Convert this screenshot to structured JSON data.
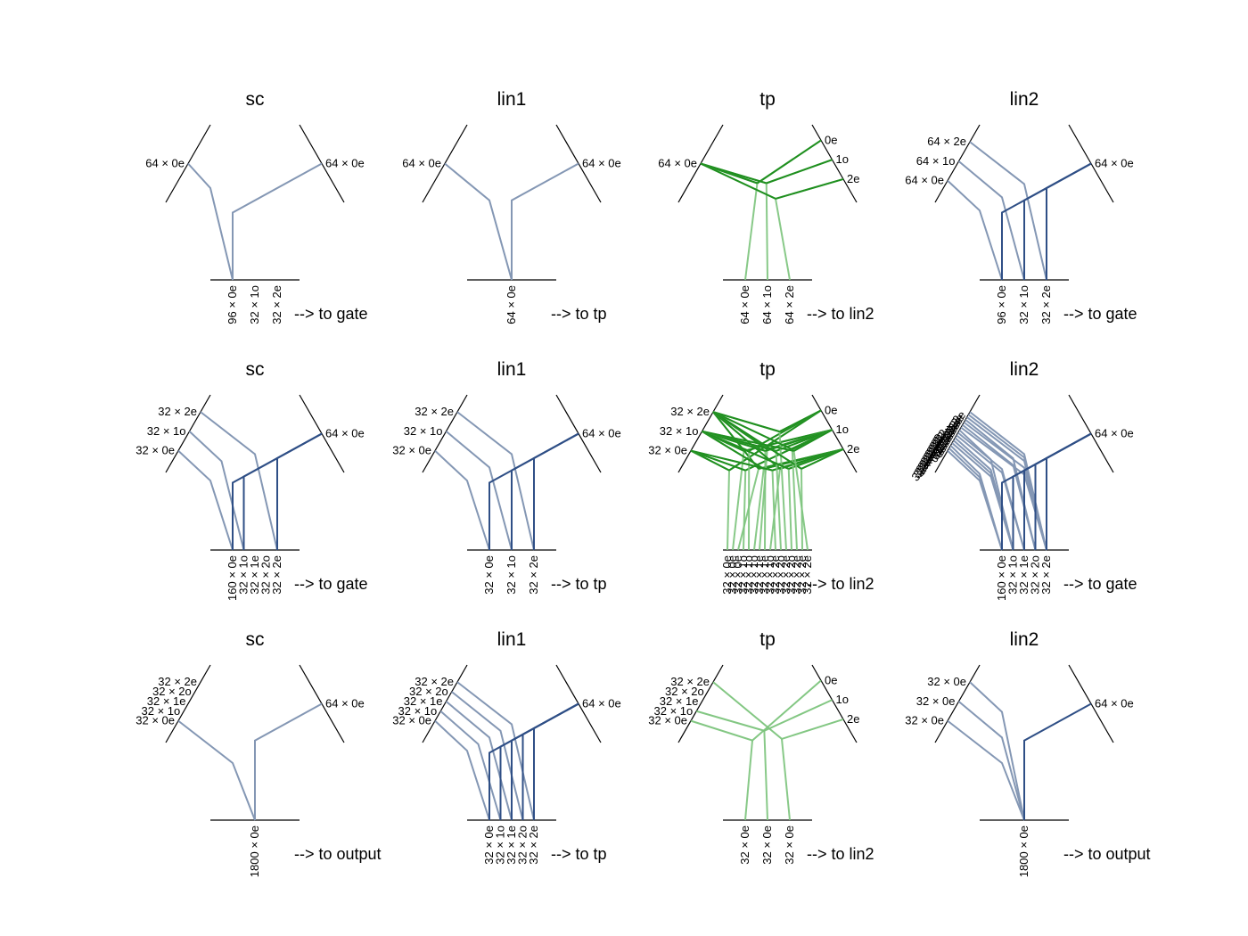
{
  "panels": [
    {
      "title": "sc",
      "kind": "linear",
      "in1": [
        "64 × 0e"
      ],
      "in2": [
        "64 × 0e"
      ],
      "out": [
        "96 × 0e",
        "32 × 1o",
        "32 × 2e"
      ],
      "note": "--> to gate",
      "paths": [
        {
          "a": 0,
          "o": 0,
          "emph": false
        },
        {
          "b": 0,
          "o": 0,
          "emph": false
        }
      ]
    },
    {
      "title": "lin1",
      "kind": "linear",
      "in1": [
        "64 × 0e"
      ],
      "in2": [
        "64 × 0e"
      ],
      "out": [
        "64 × 0e"
      ],
      "note": "--> to tp",
      "paths": [
        {
          "a": 0,
          "o": 0,
          "emph": false
        },
        {
          "b": 0,
          "o": 0,
          "emph": false
        }
      ]
    },
    {
      "title": "tp",
      "kind": "tp",
      "in1": [
        "64 × 0e"
      ],
      "in2": [
        "0e",
        "1o",
        "2e"
      ],
      "out": [
        "64 × 0e",
        "64 × 1o",
        "64 × 2e"
      ],
      "note": "--> to lin2",
      "paths": [
        {
          "a": 0,
          "b": 0,
          "o": 0,
          "emph": true
        },
        {
          "a": 0,
          "b": 1,
          "o": 1,
          "emph": true
        },
        {
          "a": 0,
          "b": 2,
          "o": 2,
          "emph": true
        }
      ]
    },
    {
      "title": "lin2",
      "kind": "linear",
      "in1": [
        "64 × 0e",
        "64 × 1o",
        "64 × 2e"
      ],
      "in2": [
        "64 × 0e"
      ],
      "out": [
        "96 × 0e",
        "32 × 1o",
        "32 × 2e"
      ],
      "note": "--> to gate",
      "paths": [
        {
          "a": 0,
          "o": 0,
          "emph": false
        },
        {
          "a": 1,
          "o": 1,
          "emph": false
        },
        {
          "a": 2,
          "o": 2,
          "emph": false
        },
        {
          "b": 0,
          "o": 0,
          "emph": true
        },
        {
          "b": 0,
          "o": 1,
          "emph": true
        },
        {
          "b": 0,
          "o": 2,
          "emph": true
        }
      ]
    },
    {
      "title": "sc",
      "kind": "linear",
      "in1": [
        "32 × 0e",
        "32 × 1o",
        "32 × 2e"
      ],
      "in2": [
        "64 × 0e"
      ],
      "out": [
        "160 × 0e",
        "32 × 1o",
        "32 × 1e",
        "32 × 2o",
        "32 × 2e"
      ],
      "note": "--> to gate",
      "paths": [
        {
          "a": 0,
          "o": 0,
          "emph": false
        },
        {
          "a": 1,
          "o": 1,
          "emph": false
        },
        {
          "a": 2,
          "o": 4,
          "emph": false
        },
        {
          "b": 0,
          "o": 0,
          "emph": true
        },
        {
          "b": 0,
          "o": 1,
          "emph": true
        },
        {
          "b": 0,
          "o": 4,
          "emph": true
        }
      ]
    },
    {
      "title": "lin1",
      "kind": "linear",
      "in1": [
        "32 × 0e",
        "32 × 1o",
        "32 × 2e"
      ],
      "in2": [
        "64 × 0e"
      ],
      "out": [
        "32 × 0e",
        "32 × 1o",
        "32 × 2e"
      ],
      "note": "--> to tp",
      "paths": [
        {
          "a": 0,
          "o": 0,
          "emph": false
        },
        {
          "a": 1,
          "o": 1,
          "emph": false
        },
        {
          "a": 2,
          "o": 2,
          "emph": false
        },
        {
          "b": 0,
          "o": 0,
          "emph": true
        },
        {
          "b": 0,
          "o": 1,
          "emph": true
        },
        {
          "b": 0,
          "o": 2,
          "emph": true
        }
      ]
    },
    {
      "title": "tp",
      "kind": "tp",
      "in1": [
        "32 × 0e",
        "32 × 1o",
        "32 × 2e"
      ],
      "in2": [
        "0e",
        "1o",
        "2e"
      ],
      "out": [
        "32 × 0e",
        "32 × 0e",
        "32 × 0e",
        "32 × 1o",
        "32 × 1o",
        "32 × 1o",
        "32 × 1e",
        "32 × 1e",
        "32 × 1o",
        "32 × 2e",
        "32 × 2o",
        "32 × 2e",
        "32 × 2o",
        "32 × 2e",
        "32 × 2e",
        "32 × 2e"
      ],
      "note": "--> to lin2",
      "paths": [
        {
          "a": 0,
          "b": 0,
          "o": 0,
          "emph": true
        },
        {
          "a": 1,
          "b": 1,
          "o": 1,
          "emph": true
        },
        {
          "a": 2,
          "b": 2,
          "o": 2,
          "emph": true
        },
        {
          "a": 0,
          "b": 1,
          "o": 3,
          "emph": true
        },
        {
          "a": 1,
          "b": 0,
          "o": 4,
          "emph": true
        },
        {
          "a": 1,
          "b": 2,
          "o": 5,
          "emph": true
        },
        {
          "a": 2,
          "b": 1,
          "o": 6,
          "emph": true
        },
        {
          "a": 1,
          "b": 1,
          "o": 7,
          "emph": true
        },
        {
          "a": 2,
          "b": 2,
          "o": 8,
          "emph": true
        },
        {
          "a": 0,
          "b": 2,
          "o": 9,
          "emph": true
        },
        {
          "a": 1,
          "b": 1,
          "o": 10,
          "emph": true
        },
        {
          "a": 2,
          "b": 0,
          "o": 11,
          "emph": true
        },
        {
          "a": 1,
          "b": 2,
          "o": 12,
          "emph": true
        },
        {
          "a": 2,
          "b": 1,
          "o": 13,
          "emph": true
        },
        {
          "a": 2,
          "b": 2,
          "o": 14,
          "emph": true
        },
        {
          "a": 1,
          "b": 1,
          "o": 15,
          "emph": true
        }
      ]
    },
    {
      "title": "lin2",
      "kind": "linear",
      "in1": [
        "32 × 0e",
        "32 × 0e",
        "32 × 0e",
        "32 × 1o",
        "32 × 1o",
        "32 × 1o",
        "32 × 1e",
        "32 × 1e",
        "32 × 1o",
        "32 × 2e",
        "32 × 2o",
        "32 × 2e",
        "32 × 2o",
        "32 × 2e",
        "32 × 2e",
        "32 × 2e"
      ],
      "in2": [
        "64 × 0e"
      ],
      "out": [
        "160 × 0e",
        "32 × 1o",
        "32 × 1e",
        "32 × 2o",
        "32 × 2e"
      ],
      "note": "--> to gate",
      "paths": [
        {
          "a": 0,
          "o": 0,
          "emph": false
        },
        {
          "a": 1,
          "o": 0,
          "emph": false
        },
        {
          "a": 2,
          "o": 0,
          "emph": false
        },
        {
          "a": 3,
          "o": 1,
          "emph": false
        },
        {
          "a": 4,
          "o": 1,
          "emph": false
        },
        {
          "a": 5,
          "o": 1,
          "emph": false
        },
        {
          "a": 6,
          "o": 2,
          "emph": false
        },
        {
          "a": 7,
          "o": 2,
          "emph": false
        },
        {
          "a": 8,
          "o": 1,
          "emph": false
        },
        {
          "a": 9,
          "o": 4,
          "emph": false
        },
        {
          "a": 10,
          "o": 3,
          "emph": false
        },
        {
          "a": 11,
          "o": 4,
          "emph": false
        },
        {
          "a": 12,
          "o": 3,
          "emph": false
        },
        {
          "a": 13,
          "o": 4,
          "emph": false
        },
        {
          "a": 14,
          "o": 4,
          "emph": false
        },
        {
          "a": 15,
          "o": 4,
          "emph": false
        },
        {
          "b": 0,
          "o": 0,
          "emph": true
        },
        {
          "b": 0,
          "o": 1,
          "emph": true
        },
        {
          "b": 0,
          "o": 2,
          "emph": true
        },
        {
          "b": 0,
          "o": 3,
          "emph": true
        },
        {
          "b": 0,
          "o": 4,
          "emph": true
        }
      ]
    },
    {
      "title": "sc",
      "kind": "linear",
      "in1": [
        "32 × 0e",
        "32 × 1o",
        "32 × 1e",
        "32 × 2o",
        "32 × 2e"
      ],
      "in2": [
        "64 × 0e"
      ],
      "out": [
        "1800 × 0e"
      ],
      "note": "--> to output",
      "paths": [
        {
          "a": 0,
          "o": 0,
          "emph": false
        },
        {
          "b": 0,
          "o": 0,
          "emph": false
        }
      ]
    },
    {
      "title": "lin1",
      "kind": "linear",
      "in1": [
        "32 × 0e",
        "32 × 1o",
        "32 × 1e",
        "32 × 2o",
        "32 × 2e"
      ],
      "in2": [
        "64 × 0e"
      ],
      "out": [
        "32 × 0e",
        "32 × 1o",
        "32 × 1e",
        "32 × 2o",
        "32 × 2e"
      ],
      "note": "--> to tp",
      "paths": [
        {
          "a": 0,
          "o": 0,
          "emph": false
        },
        {
          "a": 1,
          "o": 1,
          "emph": false
        },
        {
          "a": 2,
          "o": 2,
          "emph": false
        },
        {
          "a": 3,
          "o": 3,
          "emph": false
        },
        {
          "a": 4,
          "o": 4,
          "emph": false
        },
        {
          "b": 0,
          "o": 0,
          "emph": true
        },
        {
          "b": 0,
          "o": 1,
          "emph": true
        },
        {
          "b": 0,
          "o": 2,
          "emph": true
        },
        {
          "b": 0,
          "o": 3,
          "emph": true
        },
        {
          "b": 0,
          "o": 4,
          "emph": true
        }
      ]
    },
    {
      "title": "tp",
      "kind": "tp",
      "in1": [
        "32 × 0e",
        "32 × 1o",
        "32 × 1e",
        "32 × 2o",
        "32 × 2e"
      ],
      "in2": [
        "0e",
        "1o",
        "2e"
      ],
      "out": [
        "32 × 0e",
        "32 × 0e",
        "32 × 0e"
      ],
      "note": "--> to lin2",
      "paths": [
        {
          "a": 0,
          "b": 0,
          "o": 0,
          "emph": false
        },
        {
          "a": 1,
          "b": 1,
          "o": 1,
          "emph": false
        },
        {
          "a": 4,
          "b": 2,
          "o": 2,
          "emph": false
        }
      ]
    },
    {
      "title": "lin2",
      "kind": "linear",
      "in1": [
        "32 × 0e",
        "32 × 0e",
        "32 × 0e"
      ],
      "in2": [
        "64 × 0e"
      ],
      "out": [
        "1800 × 0e"
      ],
      "note": "--> to output",
      "paths": [
        {
          "a": 0,
          "o": 0,
          "emph": false
        },
        {
          "a": 1,
          "o": 0,
          "emph": false
        },
        {
          "a": 2,
          "o": 0,
          "emph": false
        },
        {
          "b": 0,
          "o": 0,
          "emph": true
        }
      ]
    }
  ],
  "colors": {
    "linear_path": "#8497b4",
    "linear_emph": "#2f4f86",
    "tp_path": "#7cc47c",
    "tp_emph": "#1f8f1f",
    "axis": "#000000"
  }
}
